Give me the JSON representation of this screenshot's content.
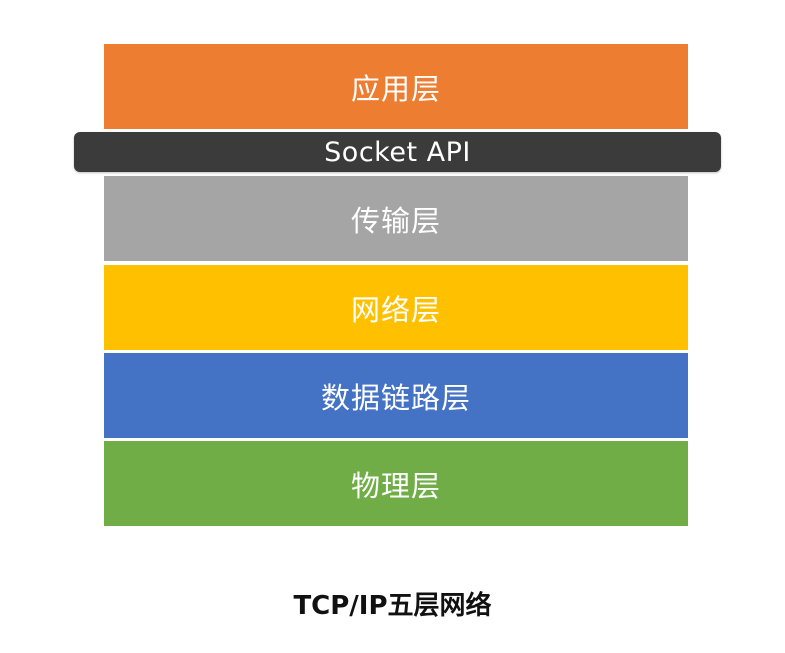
{
  "layers": [
    {
      "label": "应用层",
      "color": "#ED7D31"
    },
    {
      "label": "传输层",
      "color": "#A5A5A5"
    },
    {
      "label": "网络层",
      "color": "#FFC000"
    },
    {
      "label": "数据链路层",
      "color": "#4472C4"
    },
    {
      "label": "物理层",
      "color": "#70AD47"
    }
  ],
  "socket": {
    "label": "Socket API",
    "color": "#3B3B3B"
  },
  "caption": "TCP/IP五层网络"
}
